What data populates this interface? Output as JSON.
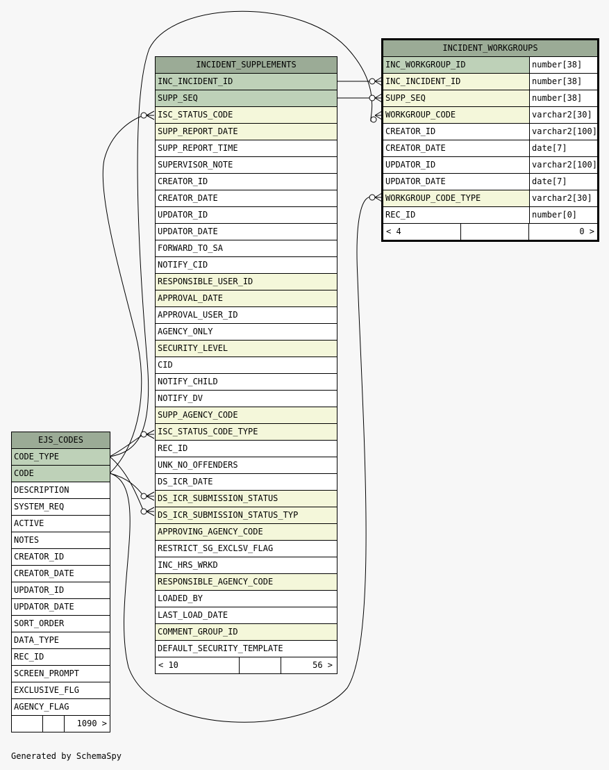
{
  "diagram": {
    "credit": "Generated by SchemaSpy",
    "tables": {
      "incident_supplements": {
        "name": "INCIDENT_SUPPLEMENTS",
        "columns": [
          {
            "name": "INC_INCIDENT_ID",
            "role": "pk"
          },
          {
            "name": "SUPP_SEQ",
            "role": "pk"
          },
          {
            "name": "ISC_STATUS_CODE",
            "role": "fk"
          },
          {
            "name": "SUPP_REPORT_DATE",
            "role": "fk"
          },
          {
            "name": "SUPP_REPORT_TIME",
            "role": ""
          },
          {
            "name": "SUPERVISOR_NOTE",
            "role": ""
          },
          {
            "name": "CREATOR_ID",
            "role": ""
          },
          {
            "name": "CREATOR_DATE",
            "role": ""
          },
          {
            "name": "UPDATOR_ID",
            "role": ""
          },
          {
            "name": "UPDATOR_DATE",
            "role": ""
          },
          {
            "name": "FORWARD_TO_SA",
            "role": ""
          },
          {
            "name": "NOTIFY_CID",
            "role": ""
          },
          {
            "name": "RESPONSIBLE_USER_ID",
            "role": "fk"
          },
          {
            "name": "APPROVAL_DATE",
            "role": "fk"
          },
          {
            "name": "APPROVAL_USER_ID",
            "role": ""
          },
          {
            "name": "AGENCY_ONLY",
            "role": ""
          },
          {
            "name": "SECURITY_LEVEL",
            "role": "fk"
          },
          {
            "name": "CID",
            "role": ""
          },
          {
            "name": "NOTIFY_CHILD",
            "role": ""
          },
          {
            "name": "NOTIFY_DV",
            "role": ""
          },
          {
            "name": "SUPP_AGENCY_CODE",
            "role": "fk"
          },
          {
            "name": "ISC_STATUS_CODE_TYPE",
            "role": "fk"
          },
          {
            "name": "REC_ID",
            "role": ""
          },
          {
            "name": "UNK_NO_OFFENDERS",
            "role": ""
          },
          {
            "name": "DS_ICR_DATE",
            "role": ""
          },
          {
            "name": "DS_ICR_SUBMISSION_STATUS",
            "role": "fk"
          },
          {
            "name": "DS_ICR_SUBMISSION_STATUS_TYP",
            "role": "fk"
          },
          {
            "name": "APPROVING_AGENCY_CODE",
            "role": "fk"
          },
          {
            "name": "RESTRICT_SG_EXCLSV_FLAG",
            "role": ""
          },
          {
            "name": "INC_HRS_WRKD",
            "role": ""
          },
          {
            "name": "RESPONSIBLE_AGENCY_CODE",
            "role": "fk"
          },
          {
            "name": "LOADED_BY",
            "role": ""
          },
          {
            "name": "LAST_LOAD_DATE",
            "role": ""
          },
          {
            "name": "COMMENT_GROUP_ID",
            "role": "fk"
          },
          {
            "name": "DEFAULT_SECURITY_TEMPLATE",
            "role": ""
          }
        ],
        "footer": [
          "< 10",
          "",
          "56 >"
        ]
      },
      "incident_workgroups": {
        "name": "INCIDENT_WORKGROUPS",
        "columns": [
          {
            "name": "INC_WORKGROUP_ID",
            "type": "number[38]",
            "role": "pk"
          },
          {
            "name": "INC_INCIDENT_ID",
            "type": "number[38]",
            "role": "fk"
          },
          {
            "name": "SUPP_SEQ",
            "type": "number[38]",
            "role": "fk"
          },
          {
            "name": "WORKGROUP_CODE",
            "type": "varchar2[30]",
            "role": "fk"
          },
          {
            "name": "CREATOR_ID",
            "type": "varchar2[100]",
            "role": ""
          },
          {
            "name": "CREATOR_DATE",
            "type": "date[7]",
            "role": ""
          },
          {
            "name": "UPDATOR_ID",
            "type": "varchar2[100]",
            "role": ""
          },
          {
            "name": "UPDATOR_DATE",
            "type": "date[7]",
            "role": ""
          },
          {
            "name": "WORKGROUP_CODE_TYPE",
            "type": "varchar2[30]",
            "role": "fk"
          },
          {
            "name": "REC_ID",
            "type": "number[0]",
            "role": ""
          }
        ],
        "footer": [
          "< 4",
          "",
          "0 >"
        ]
      },
      "ejs_codes": {
        "name": "EJS_CODES",
        "columns": [
          {
            "name": "CODE_TYPE",
            "role": "pk"
          },
          {
            "name": "CODE",
            "role": "pk"
          },
          {
            "name": "DESCRIPTION",
            "role": ""
          },
          {
            "name": "SYSTEM_REQ",
            "role": ""
          },
          {
            "name": "ACTIVE",
            "role": ""
          },
          {
            "name": "NOTES",
            "role": ""
          },
          {
            "name": "CREATOR_ID",
            "role": ""
          },
          {
            "name": "CREATOR_DATE",
            "role": ""
          },
          {
            "name": "UPDATOR_ID",
            "role": ""
          },
          {
            "name": "UPDATOR_DATE",
            "role": ""
          },
          {
            "name": "SORT_ORDER",
            "role": ""
          },
          {
            "name": "DATA_TYPE",
            "role": ""
          },
          {
            "name": "REC_ID",
            "role": ""
          },
          {
            "name": "SCREEN_PROMPT",
            "role": ""
          },
          {
            "name": "EXCLUSIVE_FLG",
            "role": ""
          },
          {
            "name": "AGENCY_FLAG",
            "role": ""
          }
        ],
        "footer": [
          "",
          "",
          "1090 >"
        ]
      }
    },
    "relationships": [
      {
        "from": "incident_supplements.INC_INCIDENT_ID",
        "to": "incident_workgroups.INC_INCIDENT_ID"
      },
      {
        "from": "incident_supplements.SUPP_SEQ",
        "to": "incident_workgroups.SUPP_SEQ"
      },
      {
        "from": "ejs_codes.CODE",
        "to": "incident_supplements.ISC_STATUS_CODE"
      },
      {
        "from": "ejs_codes.CODE_TYPE",
        "to": "incident_supplements.ISC_STATUS_CODE_TYPE"
      },
      {
        "from": "ejs_codes.CODE",
        "to": "incident_supplements.DS_ICR_SUBMISSION_STATUS"
      },
      {
        "from": "ejs_codes.CODE_TYPE",
        "to": "incident_supplements.DS_ICR_SUBMISSION_STATUS_TYP"
      },
      {
        "from": "ejs_codes.CODE",
        "to": "incident_workgroups.WORKGROUP_CODE"
      },
      {
        "from": "ejs_codes.CODE_TYPE",
        "to": "incident_workgroups.WORKGROUP_CODE_TYPE"
      }
    ],
    "colors": {
      "background": "#f7f7f7",
      "header": "#9bab96",
      "primary_key": "#bed1b8",
      "foreign_key": "#f4f7da",
      "plain": "#ffffff",
      "border": "#000000"
    }
  }
}
